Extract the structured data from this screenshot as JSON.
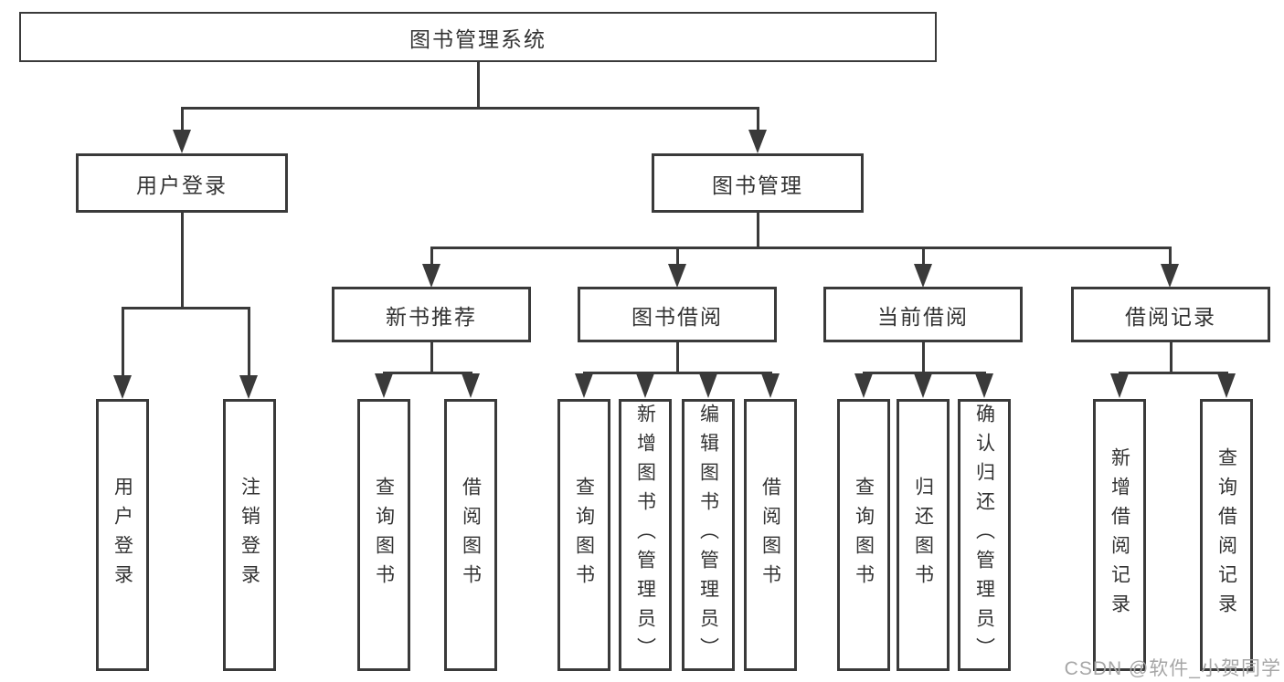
{
  "diagram": {
    "title": "图书管理系统",
    "root": {
      "label": "图书管理系统"
    },
    "branches": [
      {
        "label": "用户登录",
        "children": [
          {
            "label": "用户登录"
          },
          {
            "label": "注销登录"
          }
        ]
      },
      {
        "label": "图书管理",
        "children": [
          {
            "label": "新书推荐",
            "children": [
              {
                "label": "查询图书"
              },
              {
                "label": "借阅图书"
              }
            ]
          },
          {
            "label": "图书借阅",
            "children": [
              {
                "label": "查询图书"
              },
              {
                "label": "新增图书（管理员）"
              },
              {
                "label": "编辑图书（管理员）"
              },
              {
                "label": "借阅图书"
              }
            ]
          },
          {
            "label": "当前借阅",
            "children": [
              {
                "label": "查询图书"
              },
              {
                "label": "归还图书"
              },
              {
                "label": "确认归还（管理员）"
              }
            ]
          },
          {
            "label": "借阅记录",
            "children": [
              {
                "label": "新增借阅记录"
              },
              {
                "label": "查询借阅记录"
              }
            ]
          }
        ]
      }
    ]
  },
  "watermark": {
    "text": "CSDN @软件_小贺同学"
  },
  "colors": {
    "line": "#3a3a3a",
    "text": "#333333",
    "watermark": "#a6a6a6",
    "background": "#ffffff"
  }
}
